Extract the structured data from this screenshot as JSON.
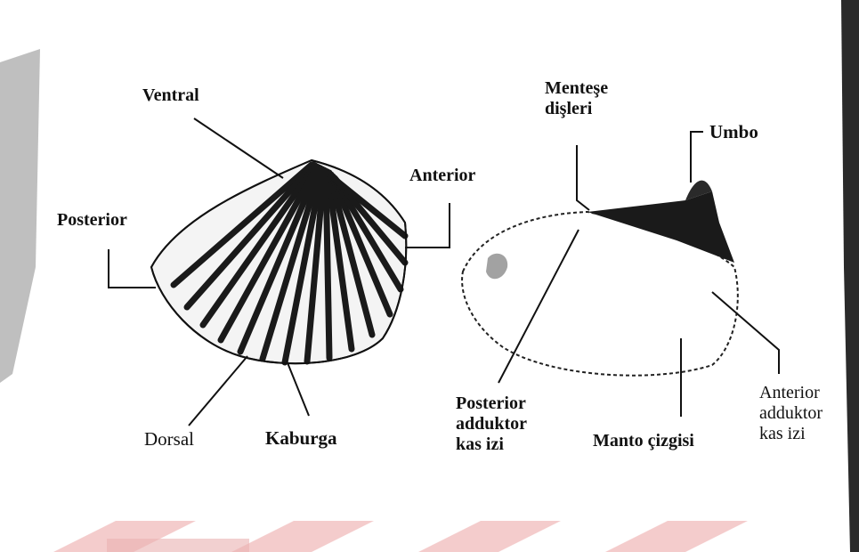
{
  "figure": {
    "left_shell": {
      "labels": {
        "ventral": "Ventral",
        "anterior": "Anterior",
        "posterior": "Posterior",
        "dorsal": "Dorsal",
        "kaburga": "Kaburga"
      }
    },
    "right_shell": {
      "labels": {
        "mentese_line1": "Menteşe",
        "mentese_line2": "dişleri",
        "umbo": "Umbo",
        "post_add_line1": "Posterior",
        "post_add_line2": "adduktor",
        "post_add_line3": "kas izi",
        "manto": "Manto çizgisi",
        "ant_add_line1": "Anterior",
        "ant_add_line2": "adduktor",
        "ant_add_line3": "kas izi"
      }
    },
    "colors": {
      "ink": "#111111",
      "shell_dark": "#1a1a1a",
      "watermark": "#f3c7c7"
    }
  }
}
